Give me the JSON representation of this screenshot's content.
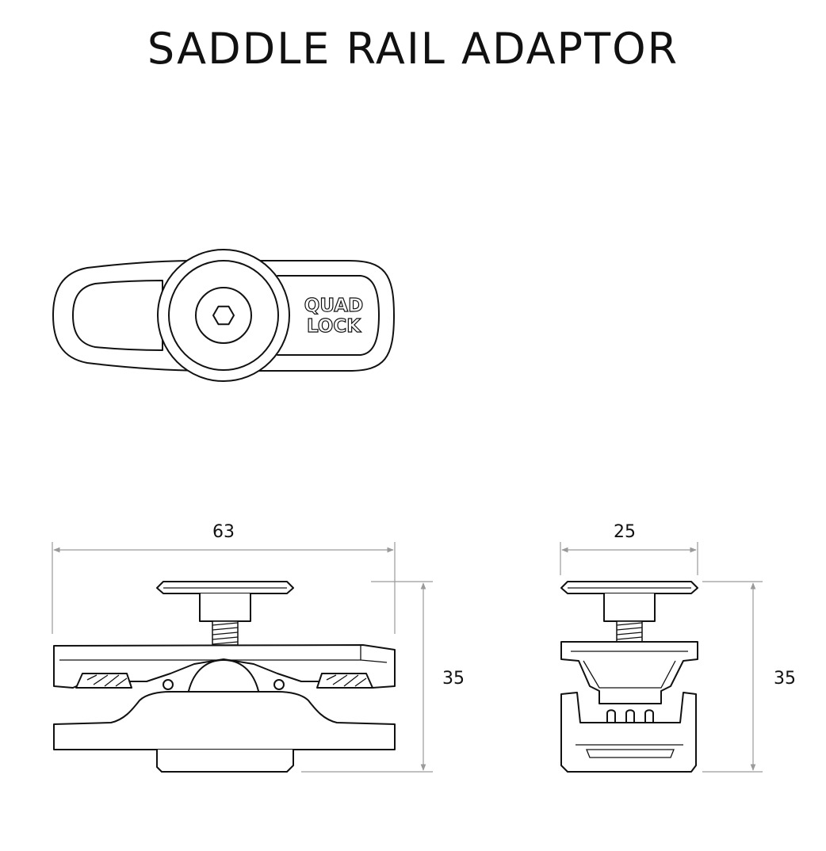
{
  "title": "SADDLE RAIL ADAPTOR",
  "logo_text": [
    "QUAD",
    "LOCK"
  ],
  "dimensions": {
    "front_width": "63",
    "front_height": "35",
    "side_width": "25",
    "side_height": "35"
  },
  "colors": {
    "ink": "#111111",
    "dimension_line": "#9a9a9a",
    "background": "#ffffff"
  }
}
